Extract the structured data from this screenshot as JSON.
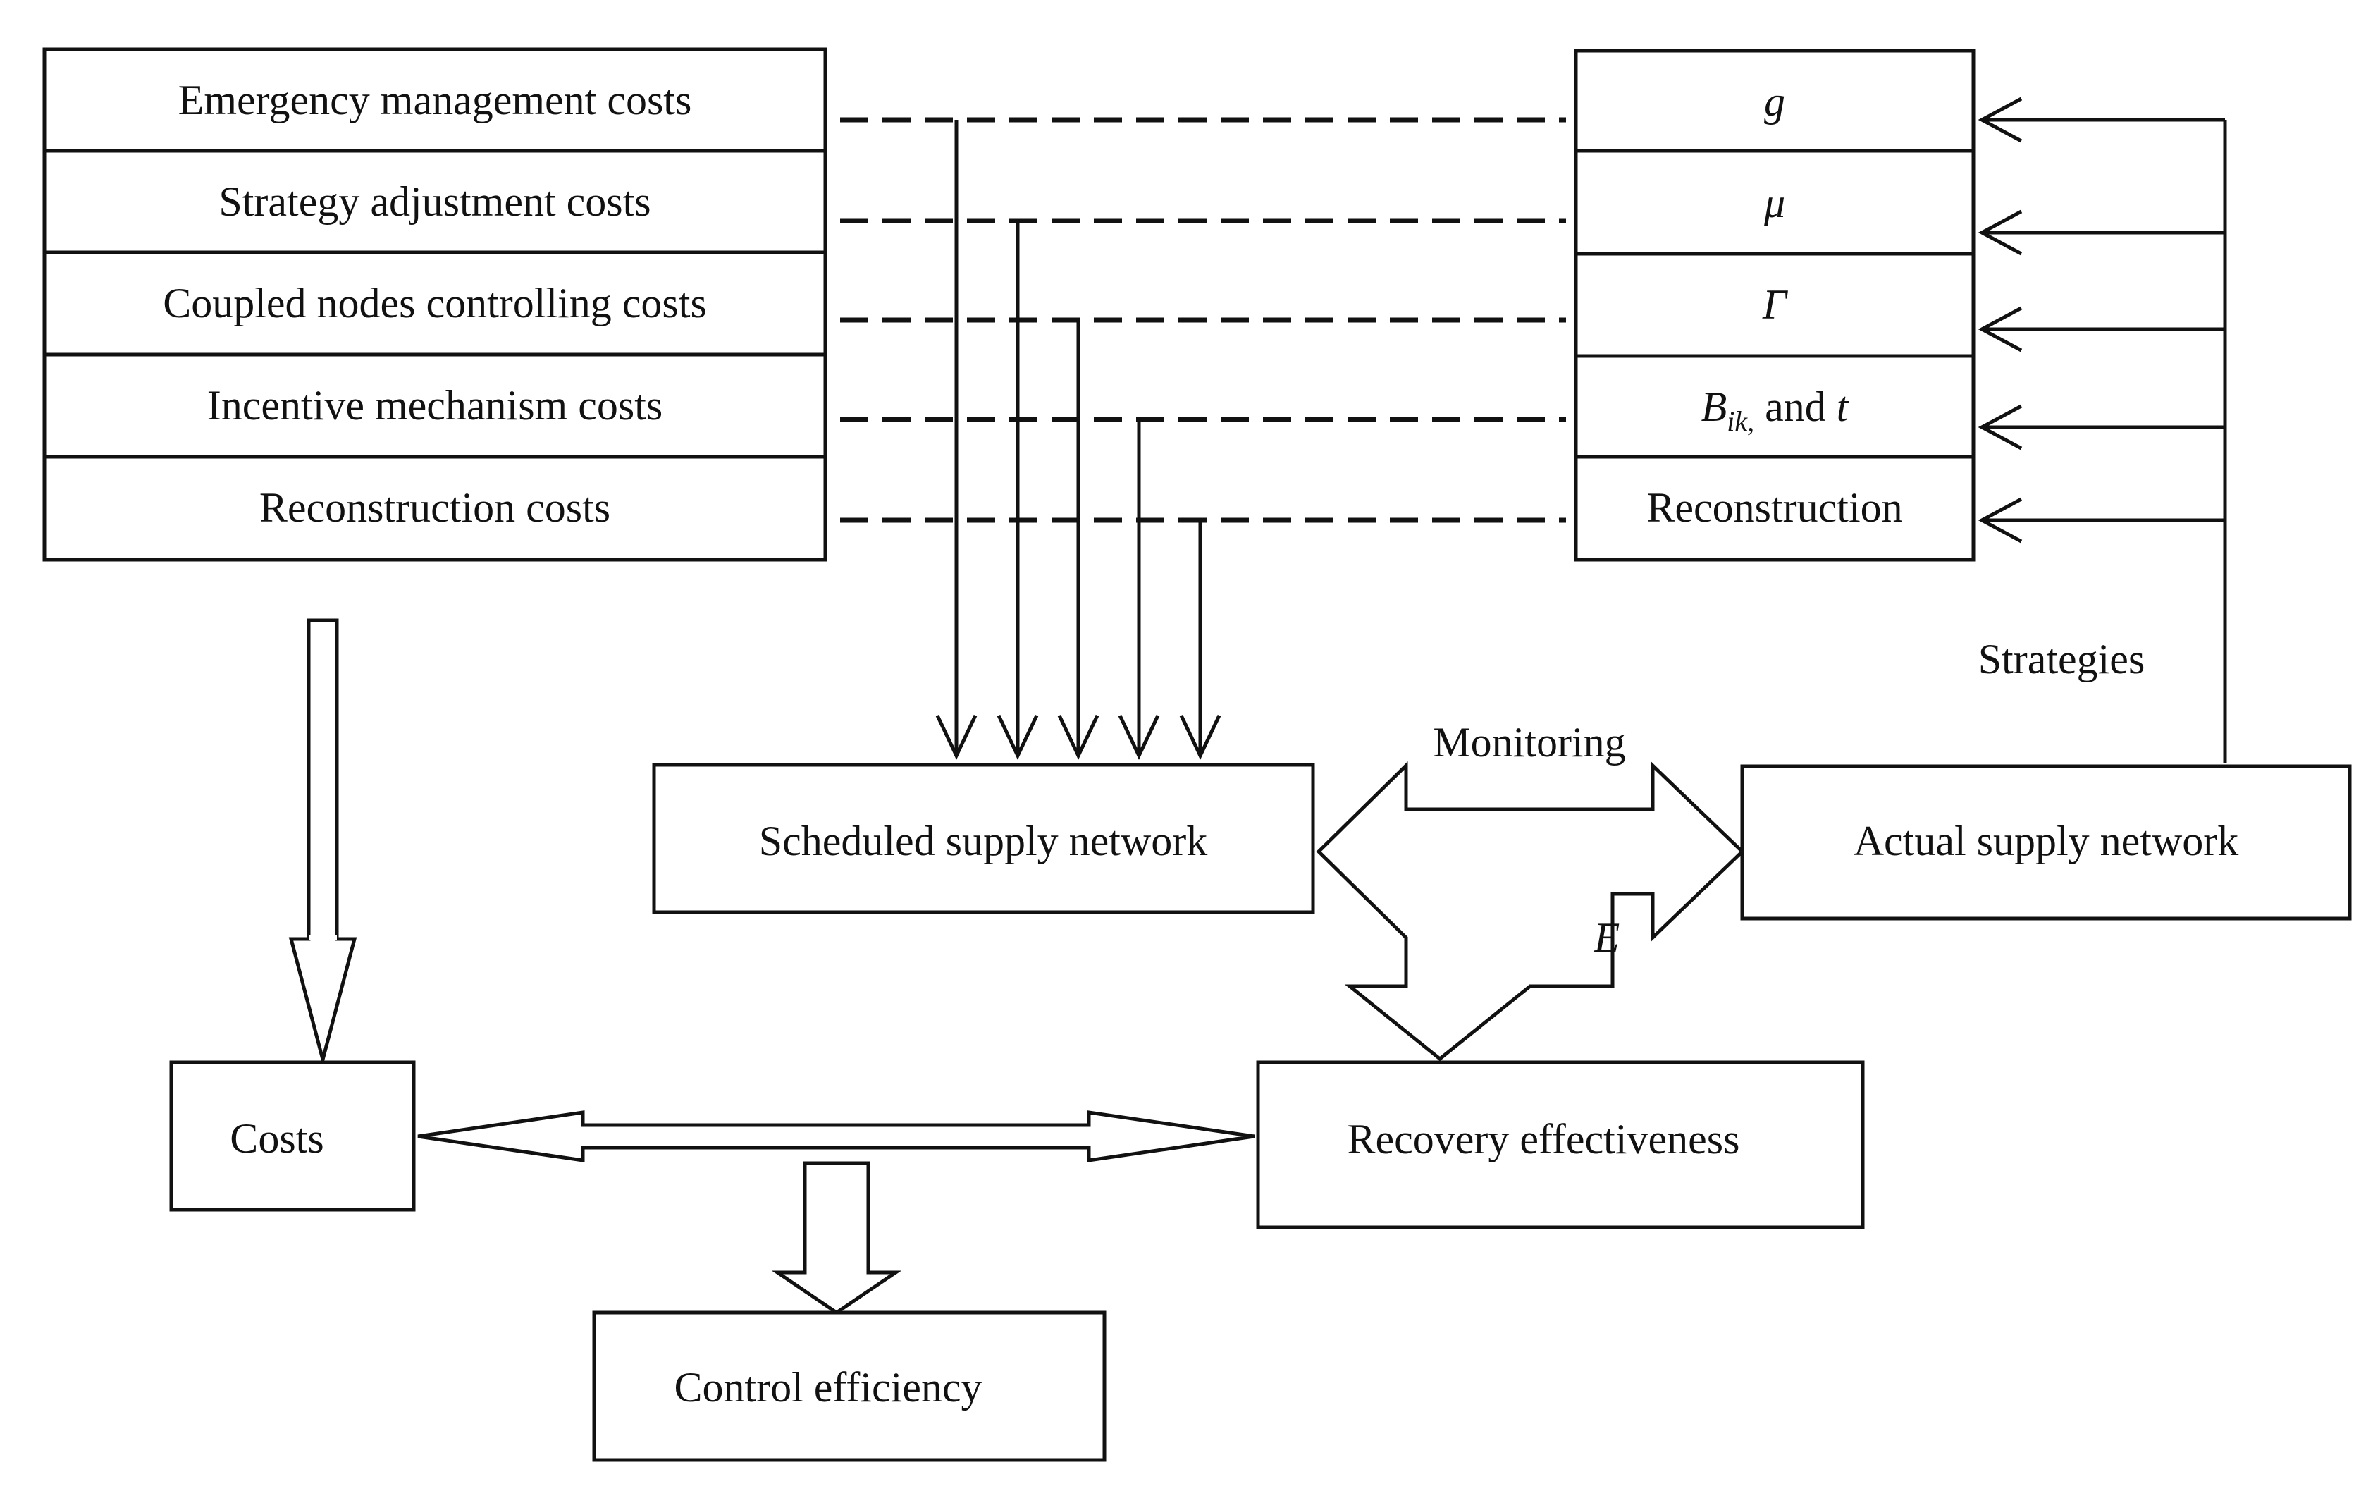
{
  "left_table": {
    "rows": [
      "Emergency management costs",
      "Strategy adjustment costs",
      "Coupled nodes controlling costs",
      "Incentive mechanism costs",
      "Reconstruction costs"
    ]
  },
  "right_table": {
    "rows": [
      {
        "symbol": "g"
      },
      {
        "symbol": "μ"
      },
      {
        "symbol": "Γ"
      },
      {
        "symbol": "B",
        "subscript": "ik,",
        "suffix": " and ",
        "symbol2": "t"
      },
      {
        "text": "Reconstruction"
      }
    ]
  },
  "nodes": {
    "scheduled": "Scheduled supply network",
    "actual": "Actual supply network",
    "recovery": "Recovery effectiveness",
    "costs": "Costs",
    "control": "Control efficiency"
  },
  "edge_labels": {
    "monitoring": "Monitoring",
    "strategies": "Strategies",
    "e": "E"
  }
}
